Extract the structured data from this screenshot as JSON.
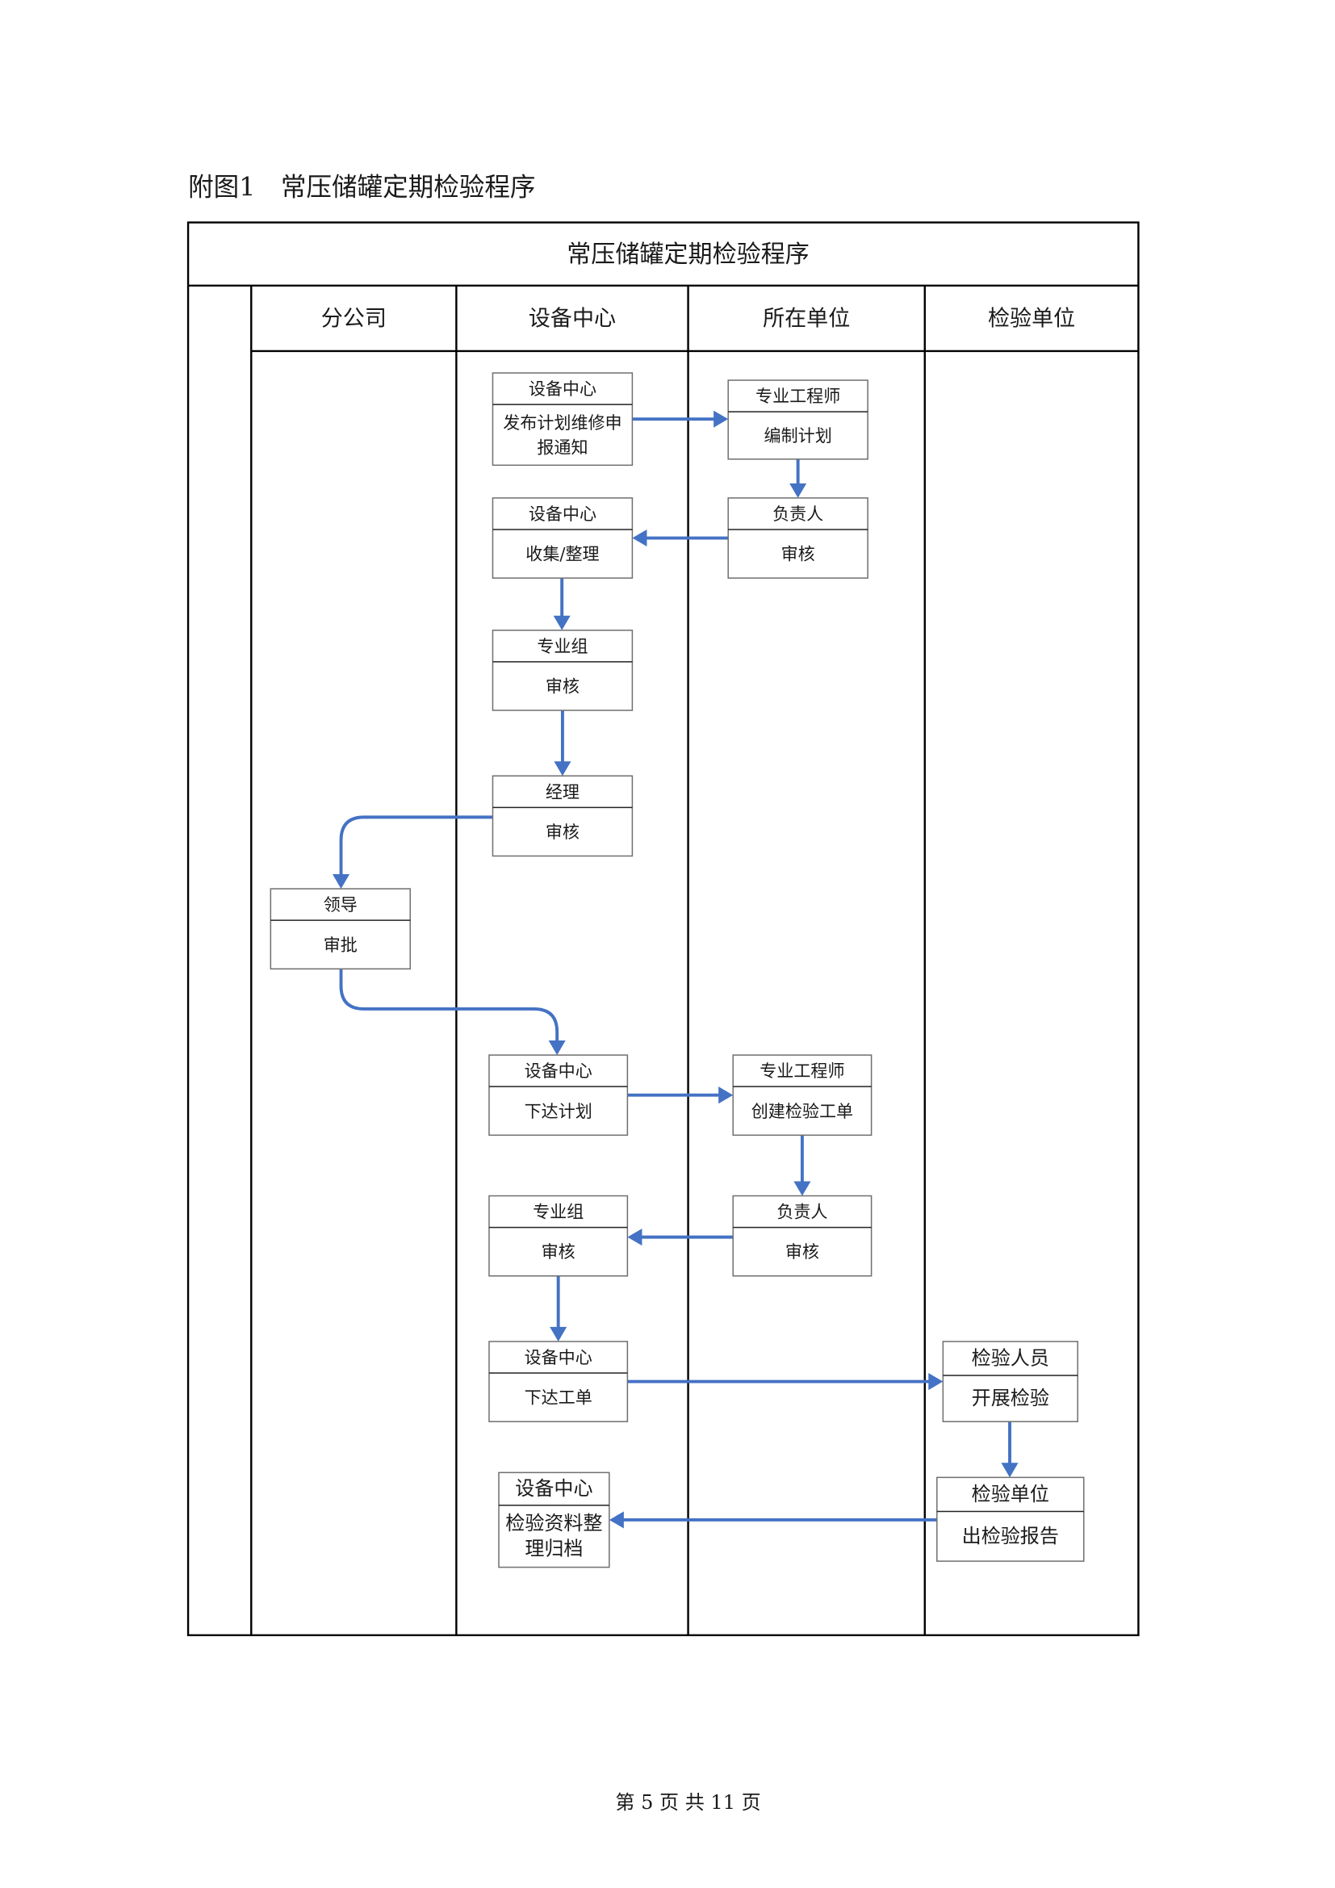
{
  "figure_caption": "附图1　常压储罐定期检验程序",
  "chart_title": "常压储罐定期检验程序",
  "lanes": [
    "分公司",
    "设备中心",
    "所在单位",
    "检验单位"
  ],
  "boxes": [
    {
      "id": "b1",
      "role": "设备中心",
      "lines": [
        "发布计划维修申",
        "报通知"
      ]
    },
    {
      "id": "b2",
      "role": "专业工程师",
      "lines": [
        "编制计划"
      ]
    },
    {
      "id": "b3",
      "role": "设备中心",
      "lines": [
        "收集/整理"
      ]
    },
    {
      "id": "b4",
      "role": "负责人",
      "lines": [
        "审核"
      ]
    },
    {
      "id": "b5",
      "role": "专业组",
      "lines": [
        "审核"
      ]
    },
    {
      "id": "b6",
      "role": "经理",
      "lines": [
        "审核"
      ]
    },
    {
      "id": "b7",
      "role": "领导",
      "lines": [
        "审批"
      ]
    },
    {
      "id": "b8",
      "role": "设备中心",
      "lines": [
        "下达计划"
      ]
    },
    {
      "id": "b9",
      "role": "专业工程师",
      "lines": [
        "创建检验工单"
      ]
    },
    {
      "id": "b10",
      "role": "专业组",
      "lines": [
        "审核"
      ]
    },
    {
      "id": "b11",
      "role": "负责人",
      "lines": [
        "审核"
      ]
    },
    {
      "id": "b12",
      "role": "设备中心",
      "lines": [
        "下达工单"
      ]
    },
    {
      "id": "b13",
      "role": "检验人员",
      "lines": [
        "开展检验"
      ]
    },
    {
      "id": "b14",
      "role": "设备中心",
      "lines": [
        "检验资料整",
        "理归档"
      ]
    },
    {
      "id": "b15",
      "role": "检验单位",
      "lines": [
        "出检验报告"
      ]
    }
  ],
  "flows": [
    {
      "from": "b1",
      "to": "b2"
    },
    {
      "from": "b2",
      "to": "b4"
    },
    {
      "from": "b4",
      "to": "b3"
    },
    {
      "from": "b3",
      "to": "b5"
    },
    {
      "from": "b5",
      "to": "b6"
    },
    {
      "from": "b6",
      "to": "b7"
    },
    {
      "from": "b7",
      "to": "b8"
    },
    {
      "from": "b8",
      "to": "b9"
    },
    {
      "from": "b9",
      "to": "b11"
    },
    {
      "from": "b11",
      "to": "b10"
    },
    {
      "from": "b10",
      "to": "b12"
    },
    {
      "from": "b12",
      "to": "b13"
    },
    {
      "from": "b13",
      "to": "b15"
    },
    {
      "from": "b15",
      "to": "b14"
    }
  ],
  "colors": {
    "arrow": "#4472C4",
    "border": "#000000",
    "box_border": "#6f6f6f"
  },
  "footer": "第 5 页 共 11 页"
}
